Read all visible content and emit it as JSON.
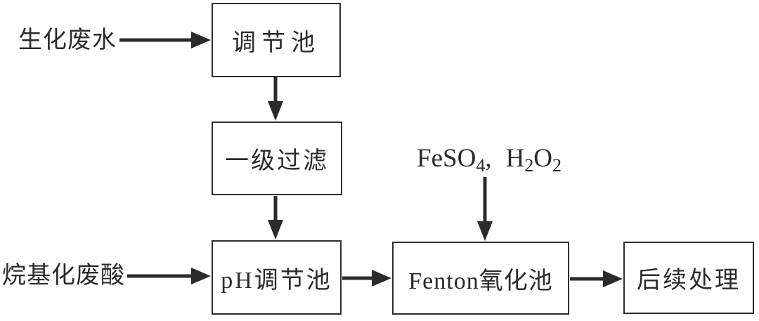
{
  "diagram": {
    "colors": {
      "ink": "#2b2b2b",
      "background": "#ffffff"
    },
    "inputs": [
      {
        "id": "biochemical-wastewater",
        "label": "生化废水"
      },
      {
        "id": "alkylation-waste-acid",
        "label": "烷基化废酸"
      }
    ],
    "chem_feed": {
      "label_text": "FeSO₄, H₂O₂",
      "parts": [
        {
          "text": "FeSO"
        },
        {
          "text": "4"
        },
        {
          "text": ","
        },
        {
          "text": "H"
        },
        {
          "text": "2"
        },
        {
          "text": "O"
        },
        {
          "text": "2"
        }
      ]
    },
    "nodes": [
      {
        "id": "regulation-tank",
        "label": "调节池"
      },
      {
        "id": "primary-filtration",
        "label": "一级过滤"
      },
      {
        "id": "ph-regulation-tank",
        "label": "pH调节池"
      },
      {
        "id": "fenton-oxidation-tank",
        "label": "Fenton氧化池"
      },
      {
        "id": "subsequent-treatment",
        "label": "后续处理"
      }
    ],
    "edges": [
      {
        "from": "biochemical-wastewater",
        "to": "regulation-tank"
      },
      {
        "from": "regulation-tank",
        "to": "primary-filtration"
      },
      {
        "from": "primary-filtration",
        "to": "ph-regulation-tank"
      },
      {
        "from": "alkylation-waste-acid",
        "to": "ph-regulation-tank"
      },
      {
        "from": "chem-feed",
        "to": "fenton-oxidation-tank"
      },
      {
        "from": "ph-regulation-tank",
        "to": "fenton-oxidation-tank"
      },
      {
        "from": "fenton-oxidation-tank",
        "to": "subsequent-treatment"
      }
    ]
  }
}
